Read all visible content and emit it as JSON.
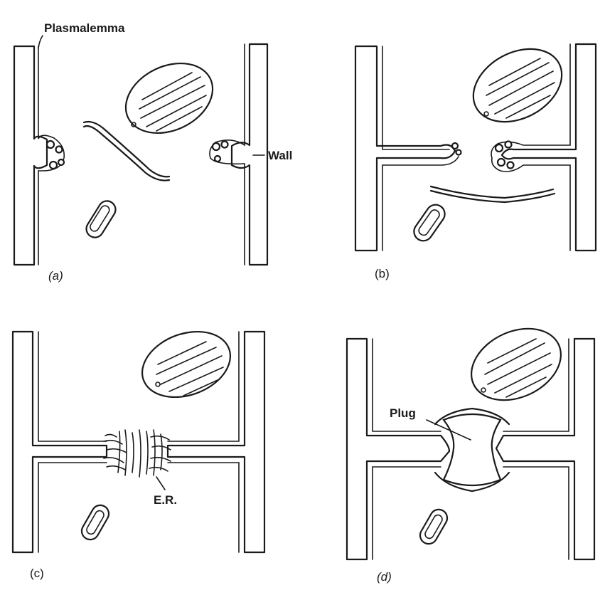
{
  "labels": {
    "plasmalemma": "Plasmalemma",
    "wall": "Wall",
    "er": "E.R.",
    "plug": "Plug"
  },
  "captions": {
    "a": "(a)",
    "b": "(b)",
    "c": "(c)",
    "d": "(d)"
  },
  "colors": {
    "ink": "#1a1a1a",
    "background": "#ffffff"
  }
}
